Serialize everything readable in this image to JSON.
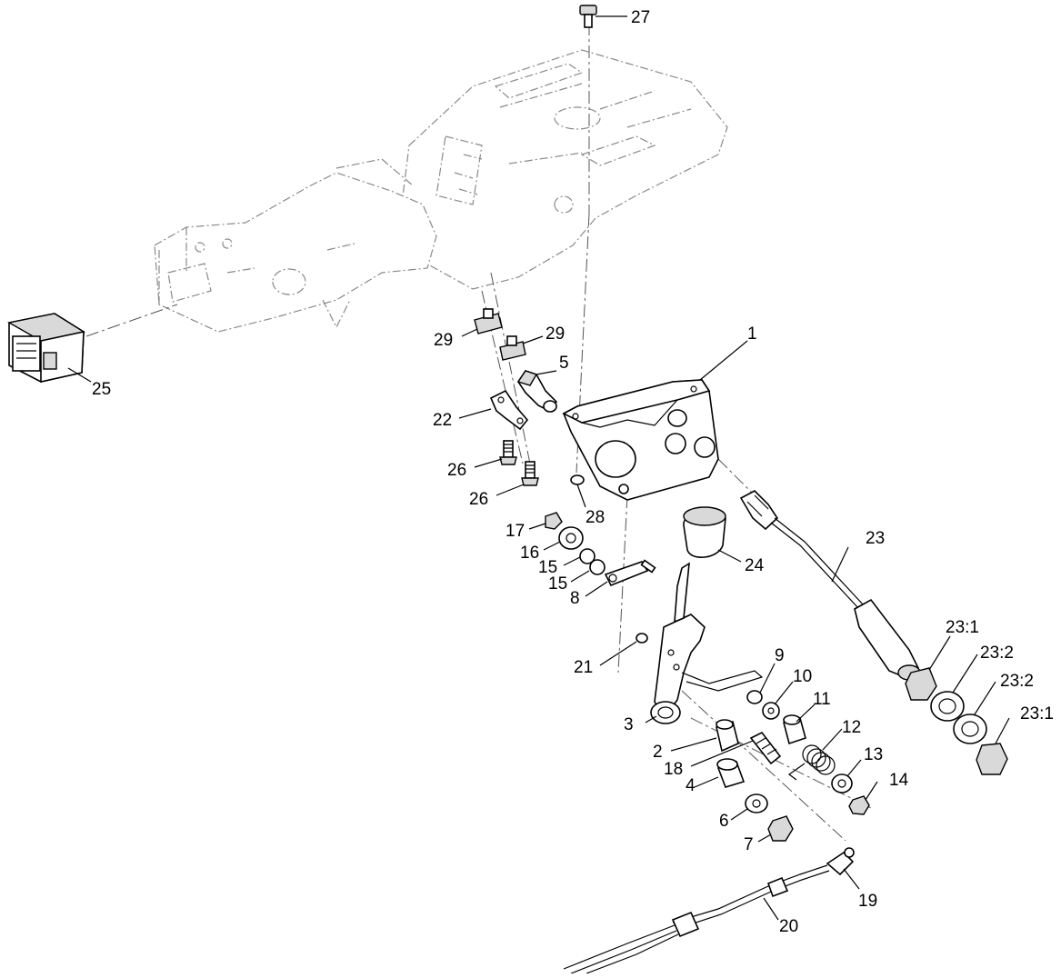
{
  "callouts": [
    {
      "id": "c27",
      "text": "27"
    },
    {
      "id": "c1",
      "text": "1"
    },
    {
      "id": "c29a",
      "text": "29"
    },
    {
      "id": "c29b",
      "text": "29"
    },
    {
      "id": "c5",
      "text": "5"
    },
    {
      "id": "c25",
      "text": "25"
    },
    {
      "id": "c22",
      "text": "22"
    },
    {
      "id": "c26a",
      "text": "26"
    },
    {
      "id": "c26b",
      "text": "26"
    },
    {
      "id": "c28",
      "text": "28"
    },
    {
      "id": "c17",
      "text": "17"
    },
    {
      "id": "c16",
      "text": "16"
    },
    {
      "id": "c15a",
      "text": "15"
    },
    {
      "id": "c15b",
      "text": "15"
    },
    {
      "id": "c8",
      "text": "8"
    },
    {
      "id": "c24",
      "text": "24"
    },
    {
      "id": "c23",
      "text": "23"
    },
    {
      "id": "c21",
      "text": "21"
    },
    {
      "id": "c23_1a",
      "text": "23:1"
    },
    {
      "id": "c23_2a",
      "text": "23:2"
    },
    {
      "id": "c23_2b",
      "text": "23:2"
    },
    {
      "id": "c23_1b",
      "text": "23:1"
    },
    {
      "id": "c9",
      "text": "9"
    },
    {
      "id": "c10",
      "text": "10"
    },
    {
      "id": "c11",
      "text": "11"
    },
    {
      "id": "c3",
      "text": "3"
    },
    {
      "id": "c12",
      "text": "12"
    },
    {
      "id": "c2",
      "text": "2"
    },
    {
      "id": "c13",
      "text": "13"
    },
    {
      "id": "c18",
      "text": "18"
    },
    {
      "id": "c14",
      "text": "14"
    },
    {
      "id": "c4",
      "text": "4"
    },
    {
      "id": "c6",
      "text": "6"
    },
    {
      "id": "c7",
      "text": "7"
    },
    {
      "id": "c19",
      "text": "19"
    },
    {
      "id": "c20",
      "text": "20"
    }
  ]
}
